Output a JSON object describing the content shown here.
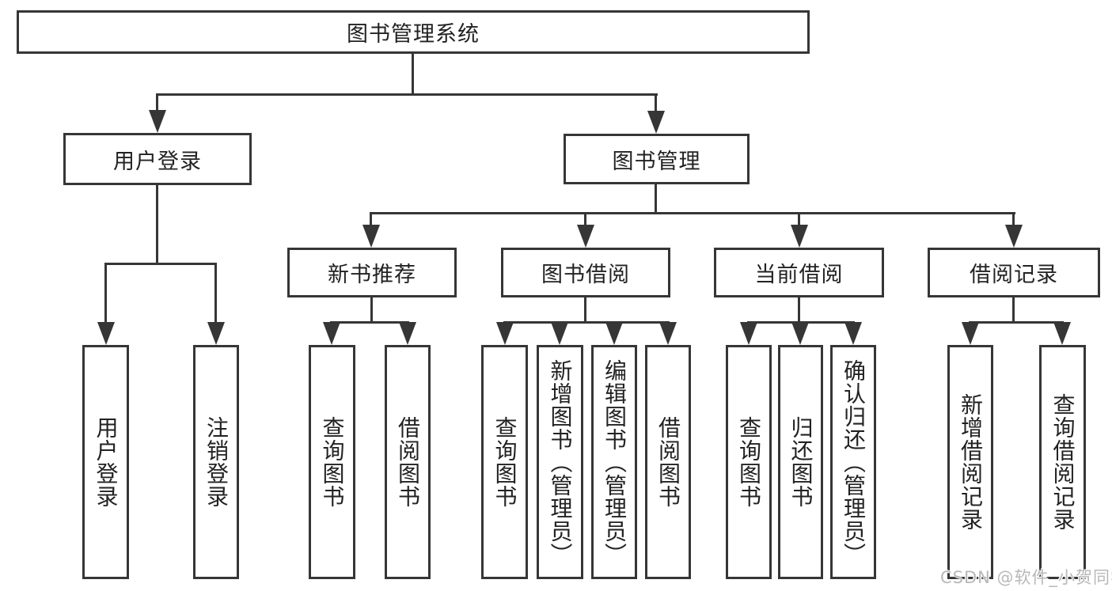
{
  "diagram": {
    "line_color": "#363636",
    "text_color": "#222222",
    "root": {
      "label": "图书管理系统"
    },
    "level2": [
      {
        "label": "用户登录"
      },
      {
        "label": "图书管理"
      }
    ],
    "level3": [
      {
        "label": "新书推荐"
      },
      {
        "label": "图书借阅"
      },
      {
        "label": "当前借阅"
      },
      {
        "label": "借阅记录"
      }
    ],
    "leaves": [
      {
        "label": "用户登录"
      },
      {
        "label": "注销登录"
      },
      {
        "label": "查询图书"
      },
      {
        "label": "借阅图书"
      },
      {
        "label": "查询图书"
      },
      {
        "label": "新增图书（管理员）"
      },
      {
        "label": "编辑图书（管理员）"
      },
      {
        "label": "借阅图书"
      },
      {
        "label": "查询图书"
      },
      {
        "label": "归还图书"
      },
      {
        "label": "确认归还（管理员）"
      },
      {
        "label": "新增借阅记录"
      },
      {
        "label": "查询借阅记录"
      }
    ]
  },
  "watermark": {
    "text": "CSDN @软件_小贺同学",
    "color": "#b8b8b8"
  }
}
